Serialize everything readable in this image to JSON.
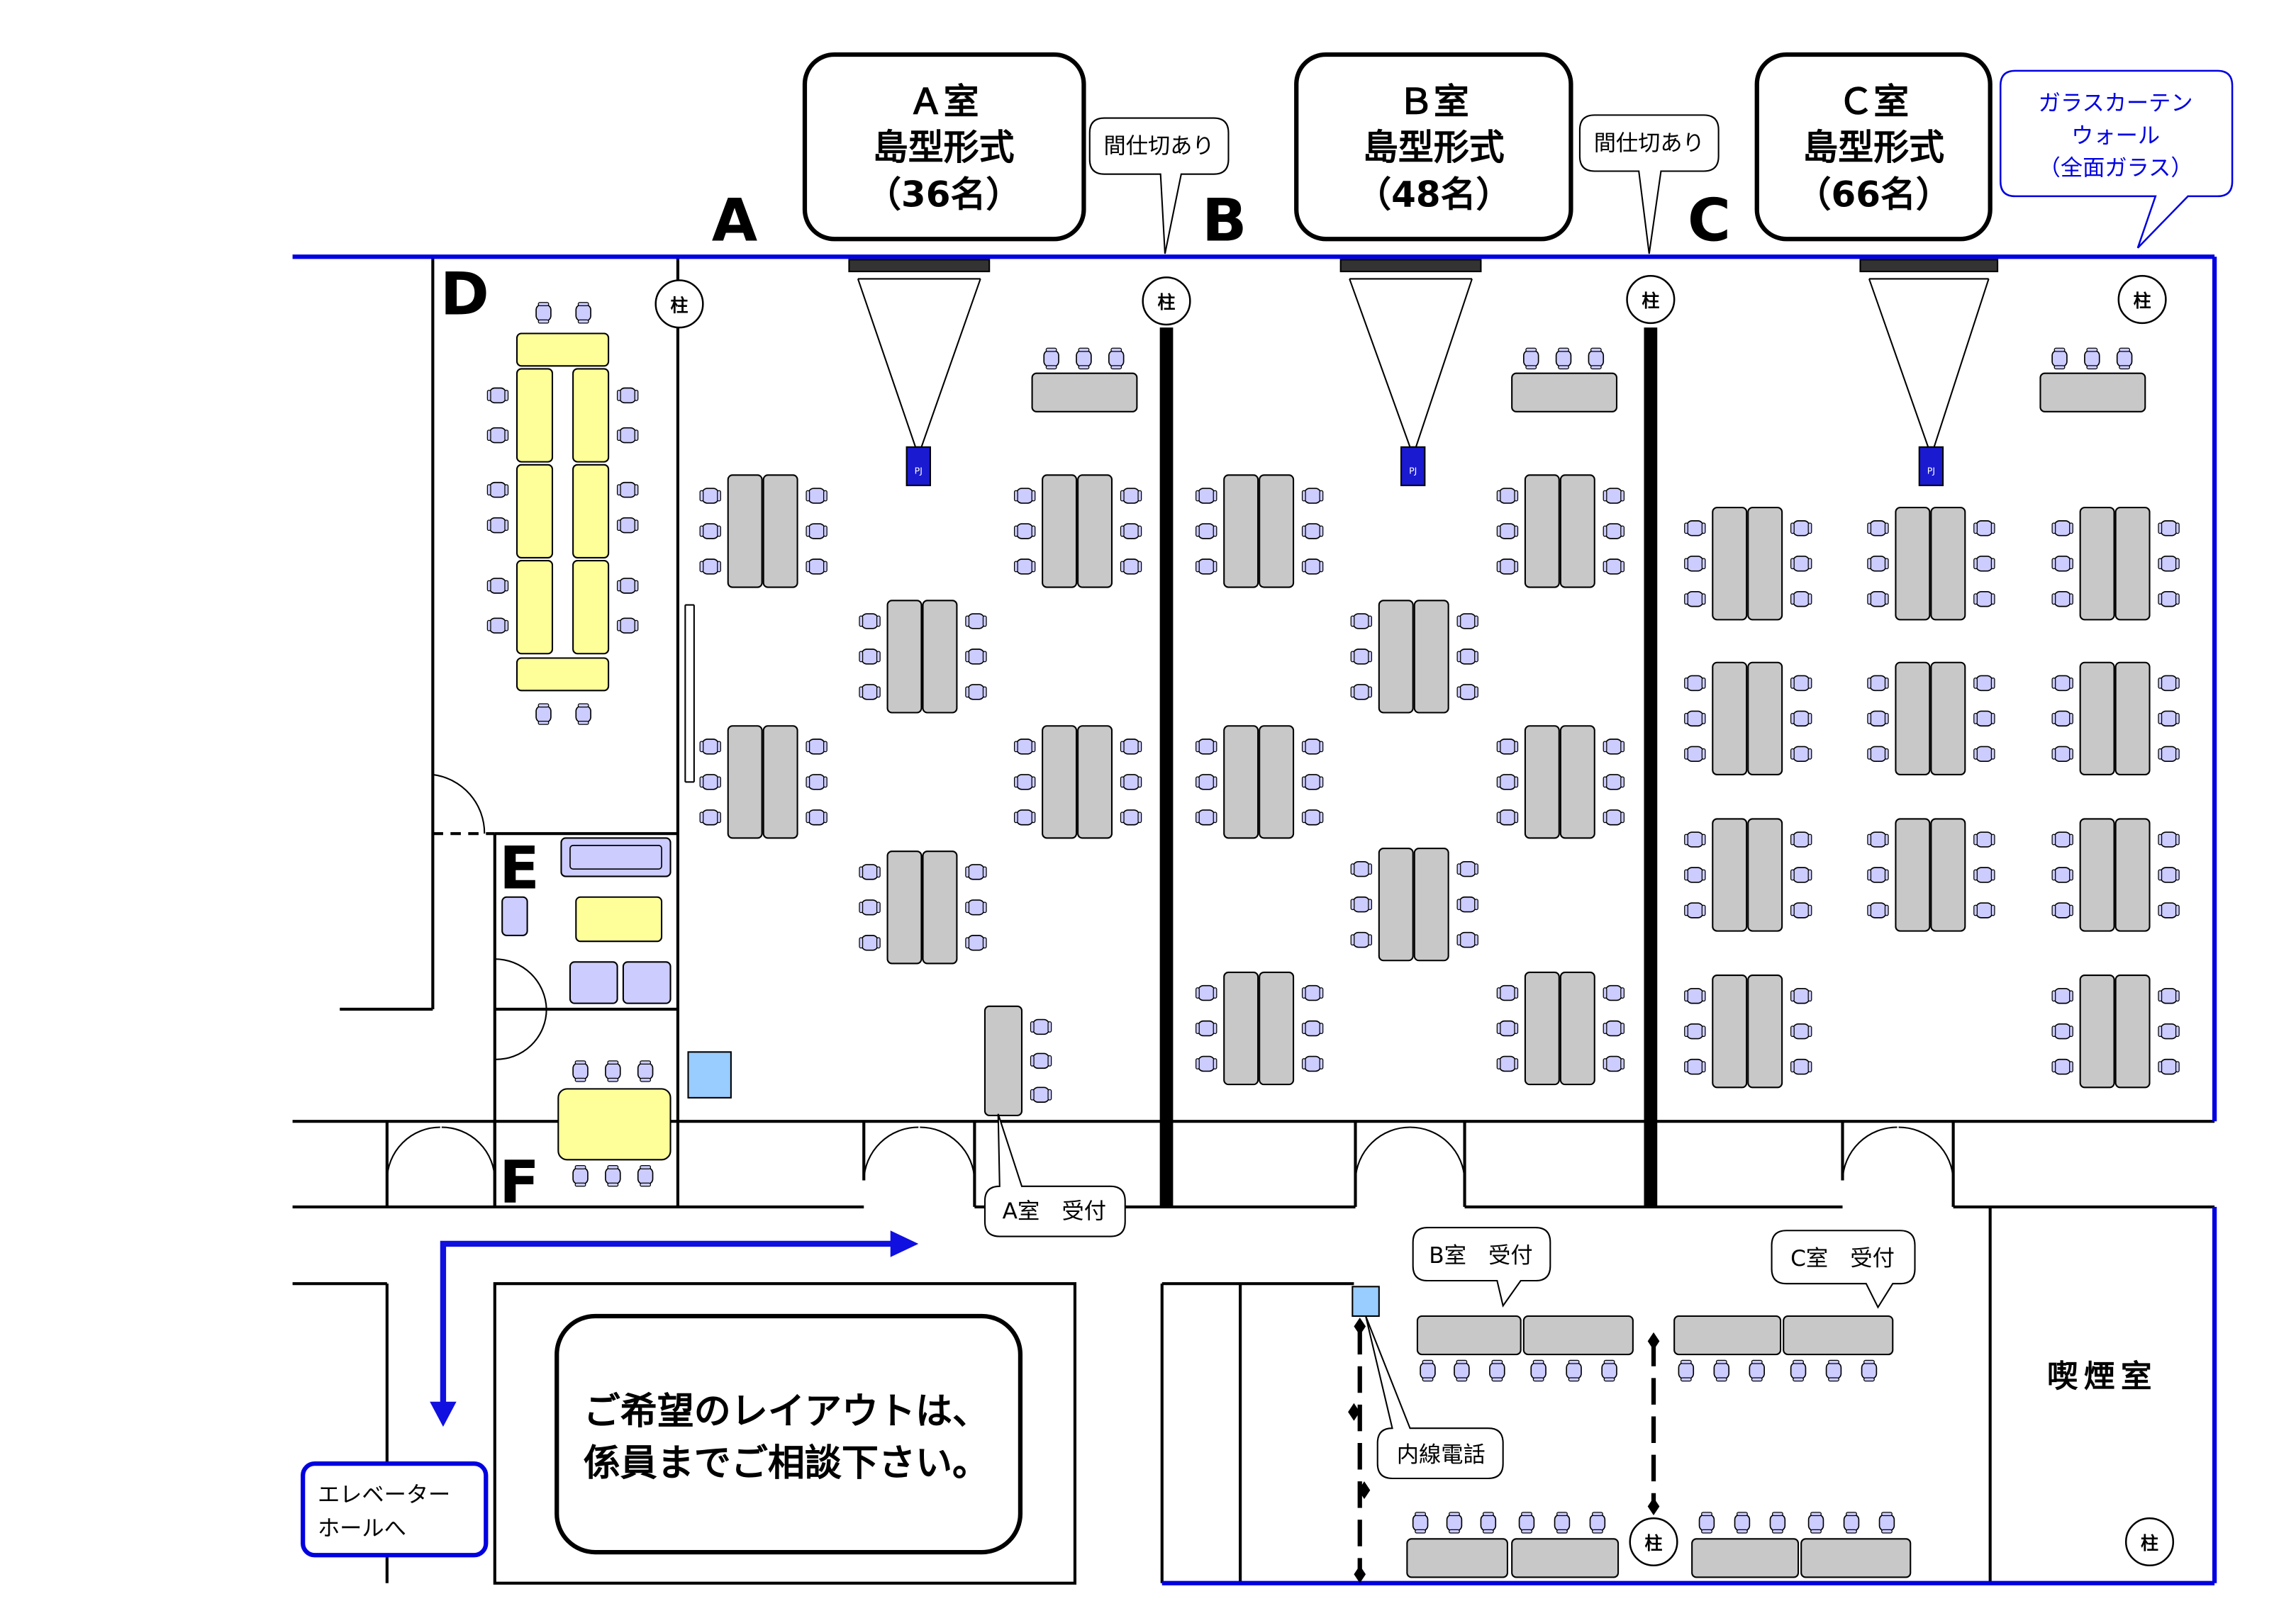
{
  "rooms": [
    {
      "title": "Ａ室",
      "layout": "島型形式",
      "capacity": "（36名）",
      "letter": "A",
      "reception": "A室　受付"
    },
    {
      "title": "Ｂ室",
      "layout": "島型形式",
      "capacity": "（48名）",
      "letter": "B",
      "reception": "B室　受付"
    },
    {
      "title": "Ｃ室",
      "layout": "島型形式",
      "capacity": "（66名）",
      "letter": "C",
      "reception": "C室　受付"
    }
  ],
  "small_rooms": {
    "d": "D",
    "e": "E",
    "f": "F"
  },
  "partition_label": "間仕切あり",
  "glass_wall": {
    "line1": "ガラスカーテン",
    "line2": "ウォール",
    "line3": "（全面ガラス）"
  },
  "pillar_label": "柱",
  "projector_label": "PJ",
  "smoking_room": "喫煙室",
  "phone_label": "内線電話",
  "elevator_note": {
    "line1": "エレベーター",
    "line2": "ホールへ"
  },
  "consult_note": {
    "line1": "ご希望のレイアウトは、",
    "line2": "係員までご相談下さい。"
  },
  "colors": {
    "wall": "#000000",
    "glass_wall": "#0000e0",
    "arrow": "#1010e0",
    "table_grey": "#c8c8c8",
    "table_yellow": "#ffff99",
    "chair": "#ccccff",
    "projector": "#1a1ad0",
    "phone": "#99ccff"
  }
}
